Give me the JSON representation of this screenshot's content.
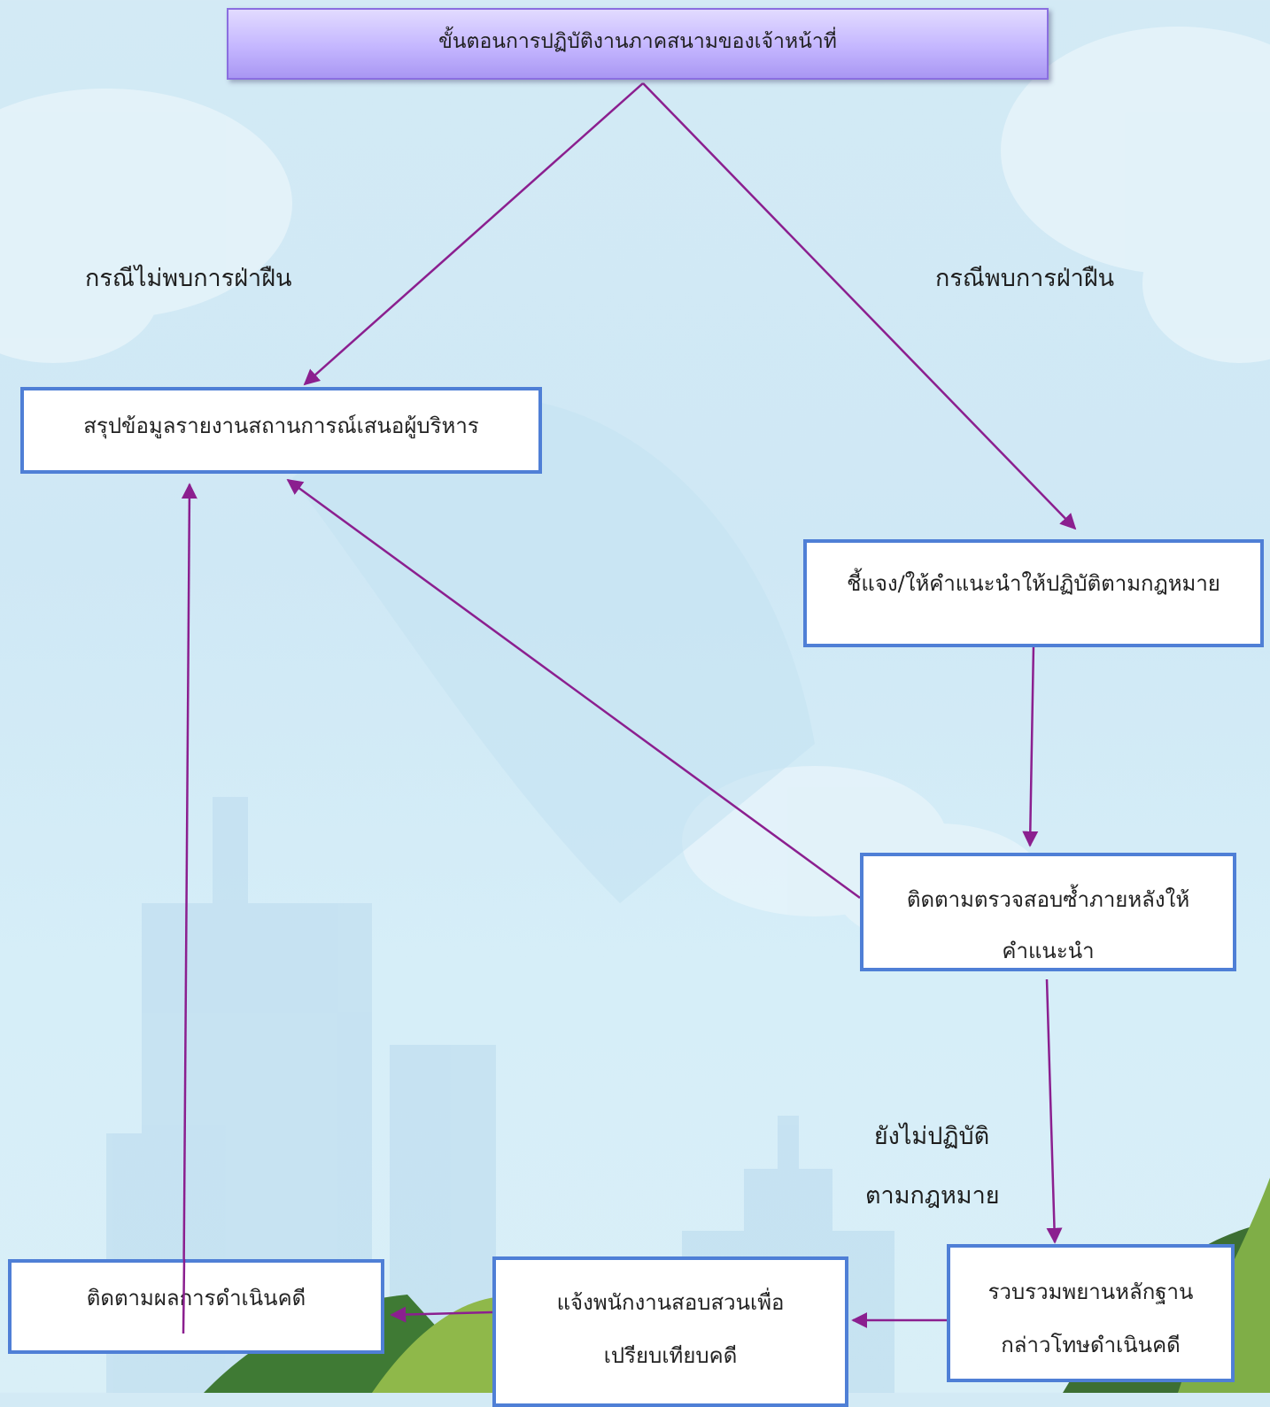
{
  "title": "ขั้นตอนการปฏิบัติงานภาคสนามของเจ้าหน้าที่",
  "labels": {
    "no_violation": "กรณีไม่พบการฝ่าฝืน",
    "violation": "กรณีพบการฝ่าฝืน",
    "not_comply_line1": "ยังไม่ปฏิบัติ",
    "not_comply_line2": "ตามกฎหมาย"
  },
  "boxes": {
    "summary": "สรุปข้อมูลรายงานสถานการณ์เสนอผู้บริหาร",
    "advise": "ชี้แจง/ให้คำแนะนำให้ปฏิบัติตามกฎหมาย",
    "recheck_line1": "ติดตามตรวจสอบซ้ำภายหลังให้",
    "recheck_line2": "คำแนะนำ",
    "evidence_line1": "รวบรวมพยานหลักฐาน",
    "evidence_line2": "กล่าวโทษดำเนินคดี",
    "notify_line1": "แจ้งพนักงานสอบสวนเพื่อ",
    "notify_line2": "เปรียบเทียบคดี",
    "track": "ติดตามผลการดำเนินคดี"
  },
  "colors": {
    "arrow": "#8b1f8f",
    "box_border": "#4f7fd6",
    "title_fill": "#c4b6ff"
  }
}
